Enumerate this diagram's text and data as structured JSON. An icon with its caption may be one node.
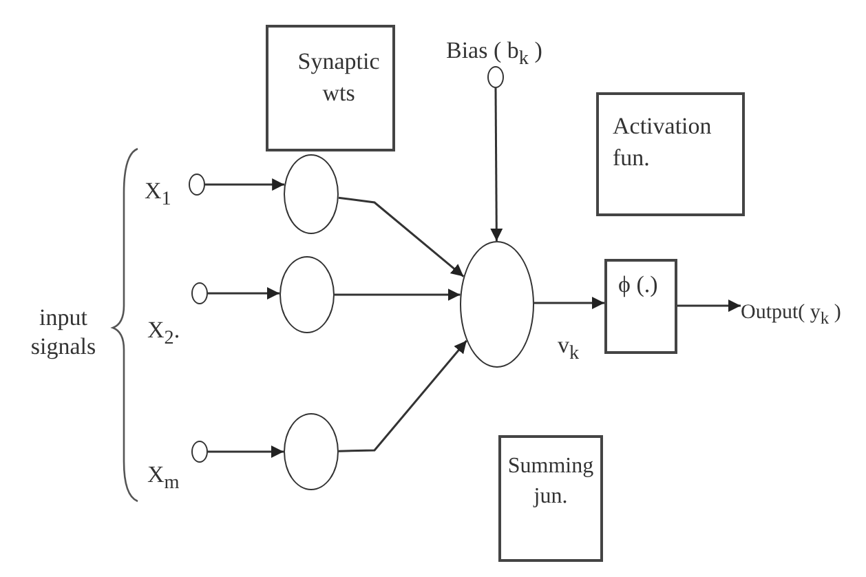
{
  "diagram": {
    "nodes": [
      {
        "text": [
          "Synaptic wts"
        ]
      },
      {
        "text": [
          "Activation fun."
        ]
      },
      {
        "text": [
          "Summing jun."
        ]
      },
      {
        "text": [],
        "shape": "circle",
        "beside": [
          "X$_{1}$"
        ]
      },
      {
        "text": [],
        "shape": "circle",
        "beside": [
          "X$_{2}$."
        ]
      },
      {
        "text": [],
        "shape": "circle",
        "beside": [
          "X$_{m}$"
        ]
      },
      {
        "text": [],
        "shape": "circle"
      },
      {
        "text": [],
        "shape": "circle"
      },
      {
        "text": [],
        "shape": "circle"
      },
      {
        "text": [],
        "shape": "circle",
        "beside": [
          "Bias ( b$_{k}$ )"
        ]
      },
      {
        "text": [],
        "shape": "circle"
      },
      {
        "text": [
          "ϕ (.)"
        ]
      },
      {
        "text": [
          "Output( y$_{k}$ )"
        ]
      }
    ],
    "edges": [
      {
        "from": 3,
        "to": 6,
        "arrow": "to"
      },
      {
        "from": 4,
        "to": 7,
        "arrow": "to"
      },
      {
        "from": 5,
        "to": 8,
        "arrow": "to"
      },
      {
        "from": 6,
        "to": 10,
        "arrow": "to"
      },
      {
        "from": 7,
        "to": 10,
        "arrow": "to"
      },
      {
        "from": 8,
        "to": 10,
        "arrow": "to"
      },
      {
        "from": 9,
        "to": 10,
        "arrow": "to"
      },
      {
        "from": 10,
        "to": 11,
        "arrow": "to",
        "label": "v$_{k}$"
      },
      {
        "from": 11,
        "to": 12,
        "arrow": "to"
      }
    ],
    "labels": [
      "input signals"
    ]
  }
}
